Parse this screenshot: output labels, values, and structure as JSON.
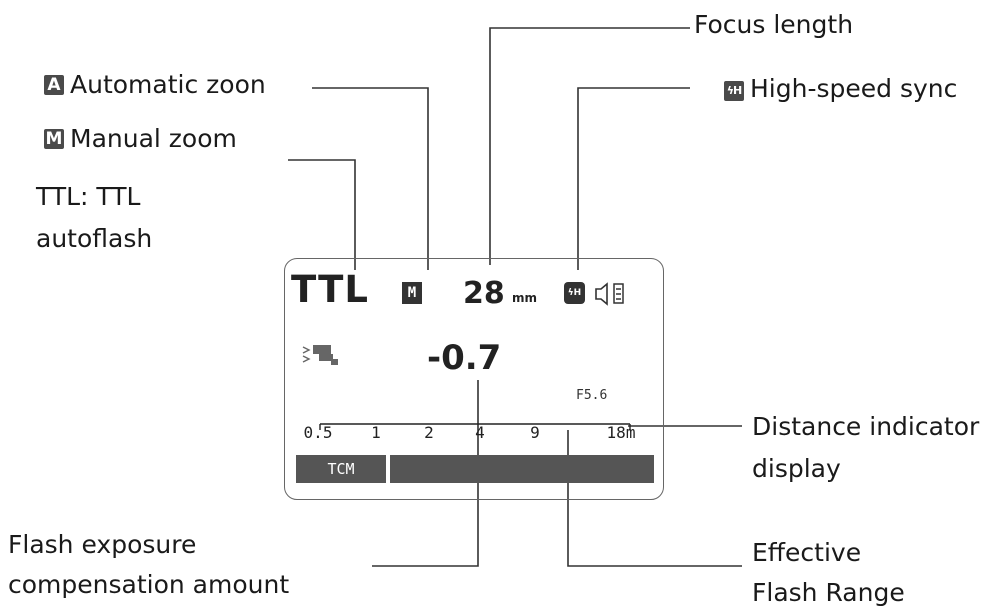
{
  "callouts": {
    "focus_length": "Focus length",
    "auto_zoom": {
      "badge": "A",
      "text": "Automatic zoon"
    },
    "manual_zoom": {
      "badge": "M",
      "text": "Manual zoom"
    },
    "high_speed_sync": {
      "badge": "ϟH",
      "text": "High-speed sync"
    },
    "ttl_line1": "TTL: TTL",
    "ttl_line2": "autoflash",
    "distance_line1": "Distance indicator",
    "distance_line2": "display",
    "fec_line1": "Flash exposure",
    "fec_line2": "compensation amount",
    "range_line1": "Effective",
    "range_line2": "Flash Range"
  },
  "lcd": {
    "mode": "TTL",
    "zoom_icon": "M",
    "focal_length": "28",
    "focal_unit": "mm",
    "hs_icon": "ϟH",
    "fec_value": "-0.7",
    "aperture": "F5.6",
    "scale_ticks": [
      "0.5",
      "1",
      "2",
      "4",
      "9",
      "18m"
    ],
    "bar_label": "TCM",
    "icons": [
      "flash-head-icon",
      "high-speed-sync-icon",
      "speaker-icon",
      "battery-icon"
    ]
  }
}
